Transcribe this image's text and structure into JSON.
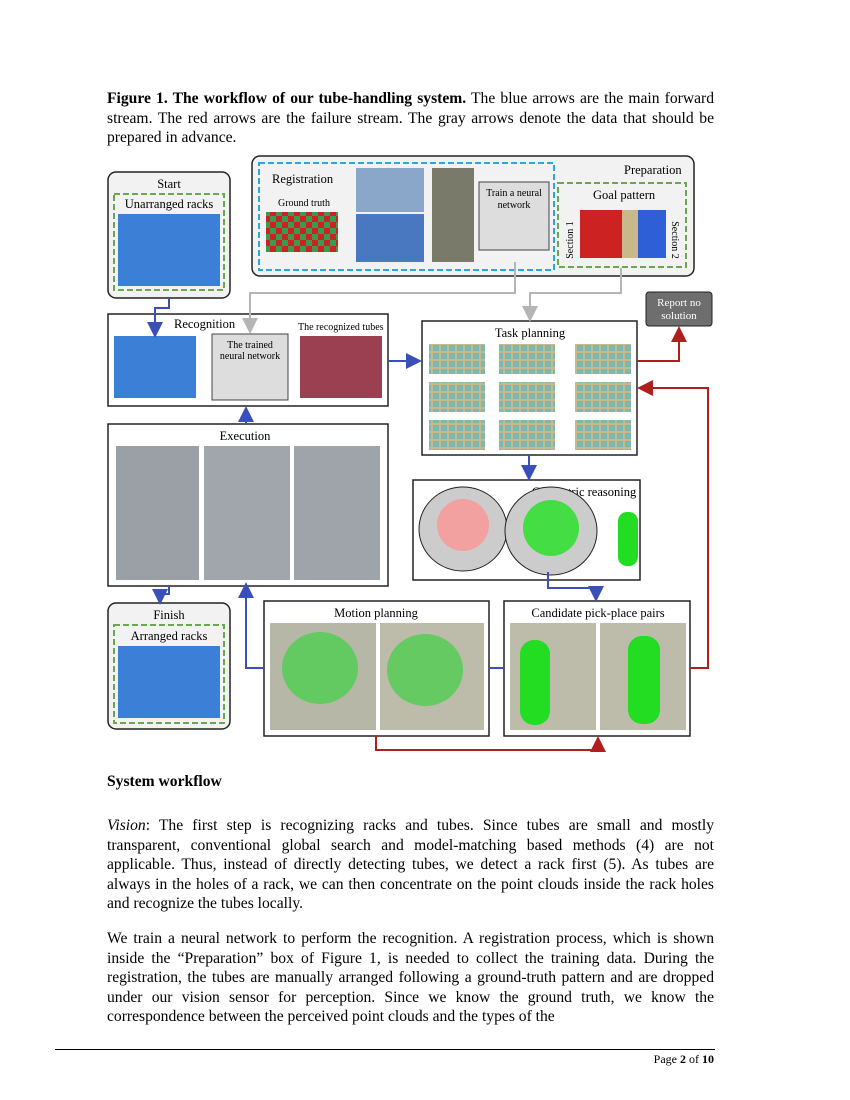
{
  "caption": {
    "label": "Figure 1. The workflow of our tube-handling system.",
    "text": " The blue arrows are the main forward stream. The red arrows are the failure stream. The gray arrows denote the data that should be prepared in advance."
  },
  "figure": {
    "preparation": "Preparation",
    "registration": "Registration",
    "ground_truth": "Ground truth",
    "train_network": "Train a neural network",
    "goal_pattern": "Goal pattern",
    "section1": "Section 1",
    "section2": "Section 2",
    "start": "Start",
    "unarranged": "Unarranged racks",
    "recognition": "Recognition",
    "trained_network": "The trained neural network",
    "recognized_tubes": "The recognized tubes",
    "task_planning": "Task planning",
    "report": "Report no solution",
    "execution": "Execution",
    "geometric": "Geometric reasoning",
    "finish": "Finish",
    "arranged": "Arranged racks",
    "motion": "Motion planning",
    "candidate": "Candidate pick-place pairs",
    "colors": {
      "blue_arrow": "#3a4fb8",
      "red_arrow": "#b01e1e",
      "gray_arrow": "#b5b5b5",
      "dashed_blue": "#2aa8d8",
      "dashed_green": "#6aa84f",
      "rack_blue": "#2f7fd6",
      "tube_red": "#cc2222",
      "grid_bg": "#c9b88a"
    }
  },
  "section_heading": "System workflow",
  "paragraphs": {
    "p1_italic": "Vision",
    "p1": ": The first step is recognizing racks and tubes. Since tubes are small and mostly transparent, conventional global search and model-matching based methods (4) are not applicable. Thus, instead of directly detecting tubes, we detect a rack first (5). As tubes are always in the holes of a rack, we can then concentrate on the point clouds inside the rack holes and recognize the tubes locally.",
    "p2": "We train a neural network to perform the recognition. A registration process, which is shown inside the “Preparation” box of Figure 1, is needed to collect the training data. During the registration, the tubes are manually arranged following a ground-truth pattern and are dropped under our vision sensor for perception. Since we know the ground truth, we know the correspondence between the perceived point clouds and the types of the"
  },
  "footer": {
    "page_word": "Page",
    "page": "2",
    "of_word": "of",
    "total": "10"
  }
}
